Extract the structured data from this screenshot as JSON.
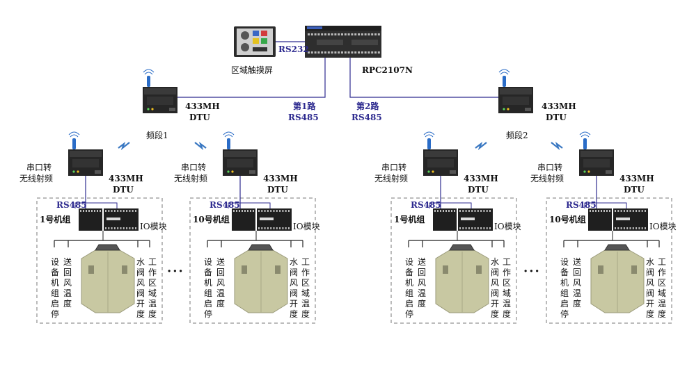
{
  "top": {
    "touchscreen_label": "区域触摸屏",
    "rs232_label": "RS232",
    "plc_label": "RPC2107N",
    "route1_label": "第1路",
    "route2_label": "第2路",
    "rs485_label": "RS485"
  },
  "dtu": {
    "label_433": "433MH",
    "label_dtu": "DTU",
    "serial_to_rf": "串口转",
    "wireless_rf": "无线射频",
    "band1": "频段1",
    "band2": "频段2"
  },
  "unit": {
    "rs485": "RS485",
    "io_module": "IO模块",
    "unit1": "1号机组",
    "unit10": "10号机组",
    "left_cols": [
      "设备机组启停",
      "送回风温度"
    ],
    "right_cols": [
      "水阀风阀开度",
      "工作区域温度"
    ],
    "ellipsis": "···"
  },
  "colors": {
    "line_blue": "#2d2a8f",
    "dashed_box": "#777777",
    "lightning": "#3a78c2",
    "chiller_body": "#c8c8a2"
  }
}
